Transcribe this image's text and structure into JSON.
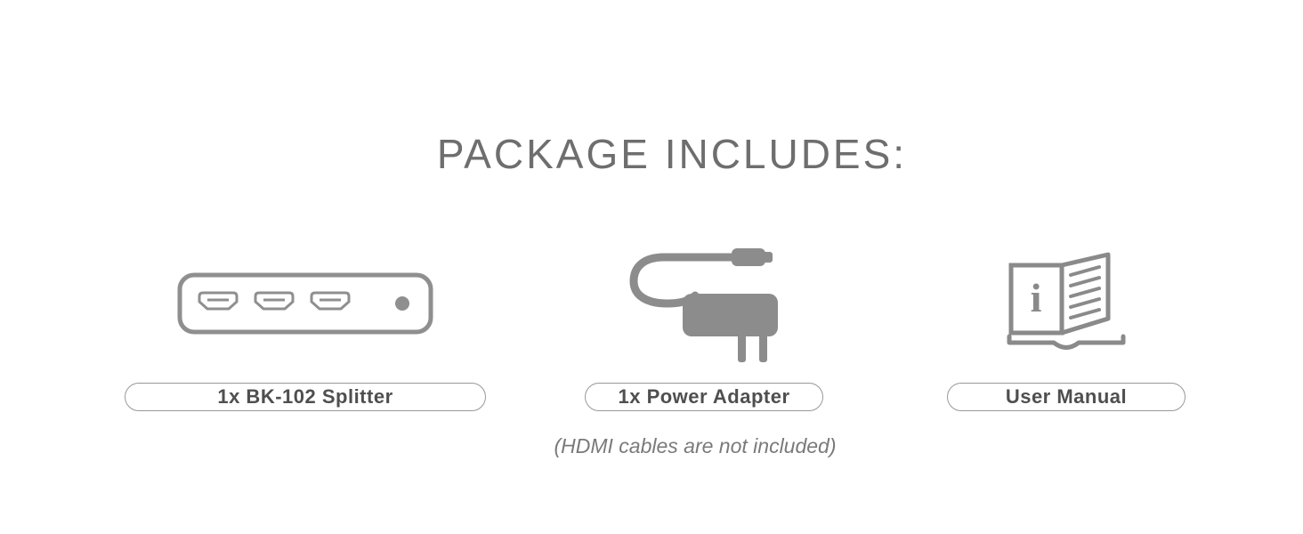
{
  "title": "PACKAGE INCLUDES:",
  "items": [
    {
      "label": "1x BK-102 Splitter",
      "icon": "hdmi-splitter-icon"
    },
    {
      "label": "1x Power Adapter",
      "icon": "power-adapter-icon"
    },
    {
      "label": "User Manual",
      "icon": "user-manual-icon"
    }
  ],
  "manual_letter": "i",
  "footnote": "(HDMI cables are not included)",
  "colors": {
    "icon_gray": "#8a8a8a",
    "title_gray": "#6e6e6e",
    "label_gray": "#4f4f4f",
    "pill_border_gray": "#989898"
  }
}
